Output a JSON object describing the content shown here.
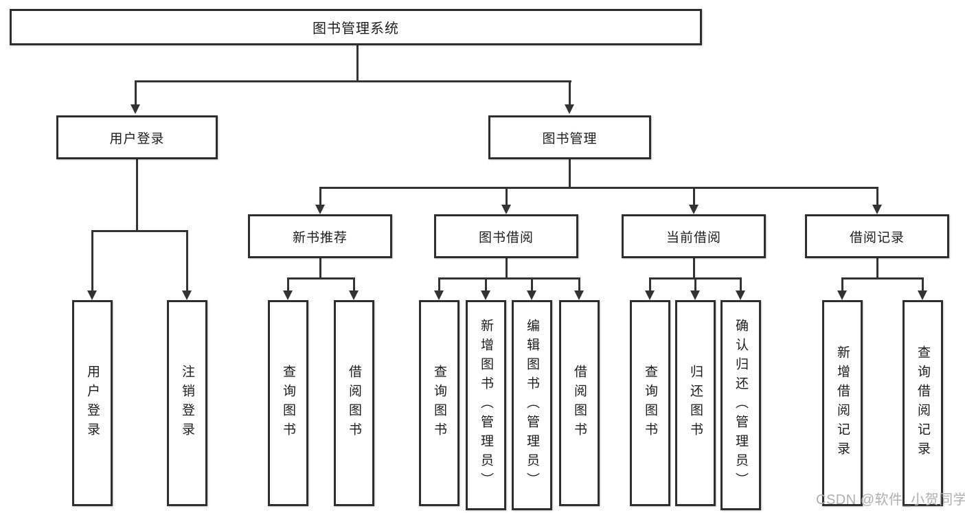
{
  "diagram": {
    "root": "图书管理系统",
    "level2": {
      "user_login": "用户登录",
      "book_mgmt": "图书管理"
    },
    "level3": {
      "new_books": "新书推荐",
      "book_borrow": "图书借阅",
      "current_borrow": "当前借阅",
      "records": "借阅记录"
    },
    "leaves": {
      "user_login": [
        "用户登录",
        "注销登录"
      ],
      "new_books": [
        "查询图书",
        "借阅图书"
      ],
      "book_borrow": [
        "查询图书",
        "新增图书（管理员）",
        "编辑图书（管理员）",
        "借阅图书"
      ],
      "current_borrow": [
        "查询图书",
        "归还图书",
        "确认归还（管理员）"
      ],
      "records": [
        "新增借阅记录",
        "查询借阅记录"
      ]
    }
  },
  "watermark": {
    "text": "CSDN @软件_小贺同学"
  },
  "colors": {
    "line": "#333333",
    "border": "#2e2e2e",
    "text": "#1d1d1d",
    "watermark": "#b0b0b0",
    "background": "#ffffff"
  }
}
